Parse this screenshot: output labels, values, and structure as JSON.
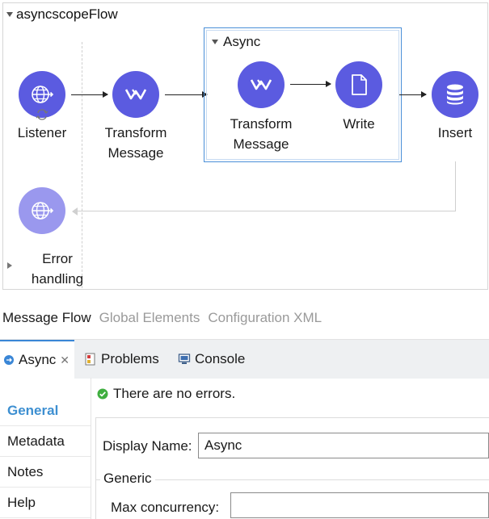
{
  "flow": {
    "name": "asyncscopeFlow",
    "nodes": {
      "listener": "Listener",
      "transform1_l1": "Transform",
      "transform1_l2": "Message",
      "transform2_l1": "Transform",
      "transform2_l2": "Message",
      "write": "Write",
      "insert": "Insert"
    },
    "async_scope_title": "Async",
    "error_l1": "Error",
    "error_l2": "handling"
  },
  "editor_tabs": [
    {
      "label": "Message Flow",
      "active": true
    },
    {
      "label": "Global Elements",
      "active": false
    },
    {
      "label": "Configuration XML",
      "active": false
    }
  ],
  "panel_tabs": {
    "async": "Async",
    "problems": "Problems",
    "console": "Console"
  },
  "side_nav": [
    "General",
    "Metadata",
    "Notes",
    "Help"
  ],
  "status_message": "There are no errors.",
  "form": {
    "display_name_label": "Display Name:",
    "display_name_value": "Async",
    "group_title": "Generic",
    "max_concurrency_label": "Max concurrency:",
    "max_concurrency_value": ""
  },
  "colors": {
    "node": "#5b5be0",
    "node_light": "#9a98ee",
    "scope_border": "#4a8fd8",
    "nav_active": "#3d8fd1",
    "ok_badge": "#3fae3f"
  }
}
